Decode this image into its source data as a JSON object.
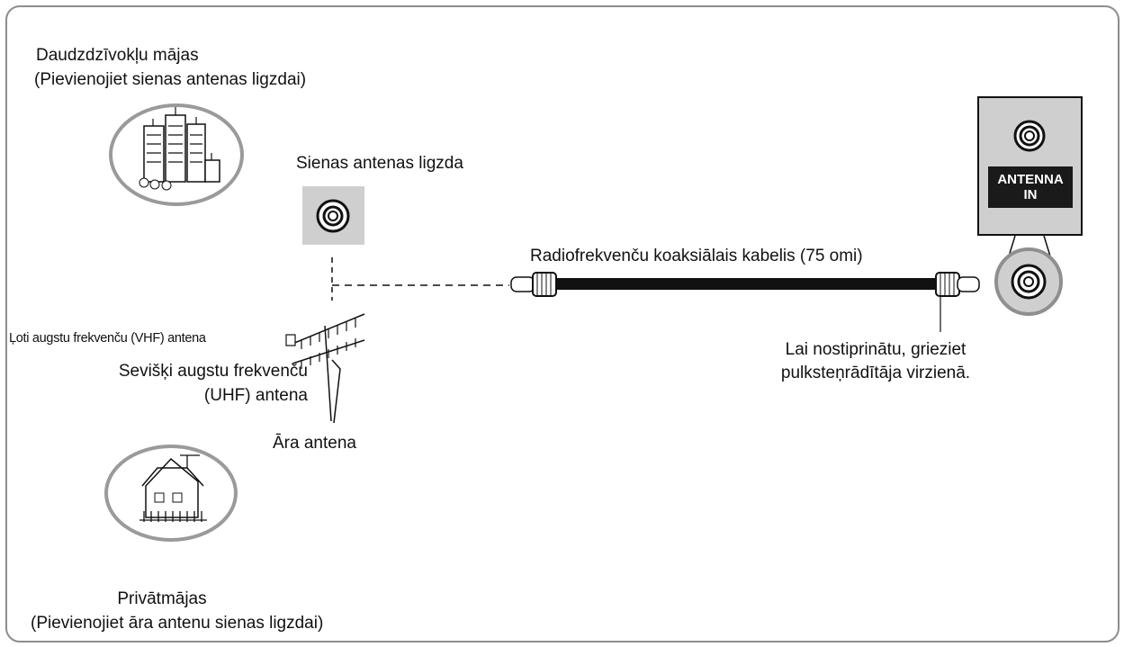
{
  "labels": {
    "apartments_title": "Daudzdzīvokļu mājas",
    "apartments_note": "(Pievienojiet sienas antenas ligzdai)",
    "wall_socket": "Sienas antenas ligzda",
    "cable": "Radiofrekvenču koaksiālais kabelis (75 omi)",
    "vhf_antenna": "Ļoti augstu frekvenču (VHF) antena",
    "uhf_line1": "Sevišķi augstu frekvenču",
    "uhf_line2": "(UHF) antena",
    "outdoor_antenna": "Āra antena",
    "tighten_line1": "Lai nostiprinātu, grieziet",
    "tighten_line2": "pulksteņrādītāja virzienā.",
    "houses_title": "Privātmājas",
    "houses_note": "(Pievienojiet āra antenu sienas ligzdai)",
    "tv_port_line1": "ANTENNA",
    "tv_port_line2": "IN"
  },
  "icons": {
    "apartment": "apartment-building-icon",
    "house": "house-icon",
    "wall_jack": "wall-antenna-jack-icon",
    "antenna": "rooftop-antenna-icon",
    "cable": "coaxial-cable-icon",
    "tv_panel": "tv-back-panel-icon"
  },
  "colors": {
    "frame": "#8c8c8c",
    "panel": "#cfcfcf",
    "ink": "#111111"
  }
}
